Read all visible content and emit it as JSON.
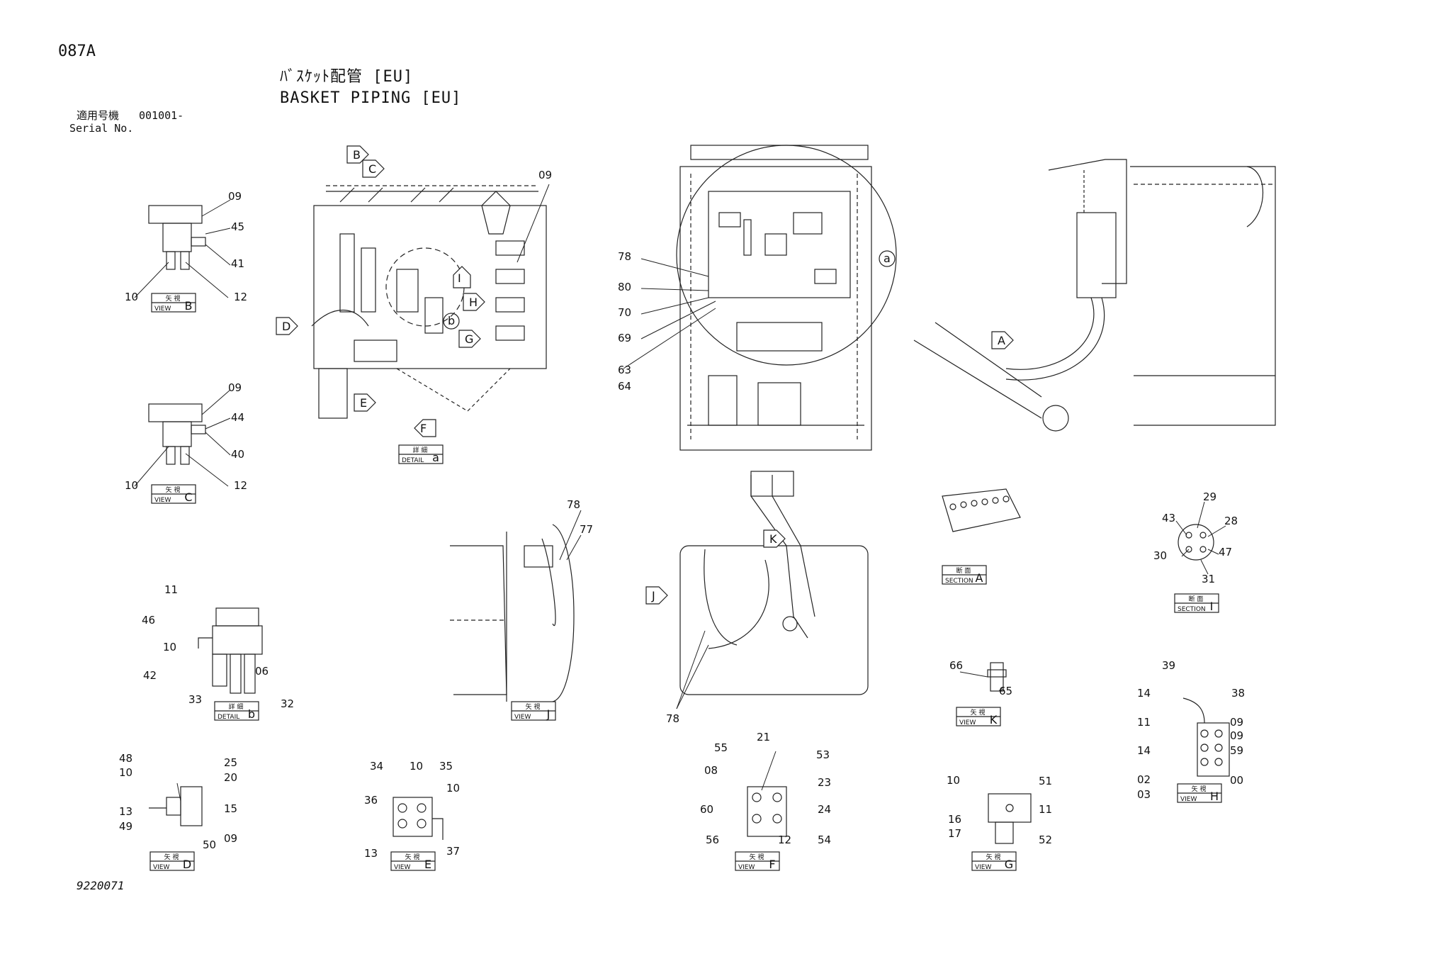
{
  "header": {
    "page_code": "087A",
    "title_jp": "ﾊﾞｽｹｯﾄ配管 [EU]",
    "title_en": "BASKET PIPING [EU]",
    "serial_label_jp": "適用号機",
    "serial_value": "001001-",
    "serial_label_en": "Serial No."
  },
  "drawing_number": "9220071",
  "view_boxes": [
    {
      "id": "view-b",
      "top": "矢 視",
      "bottom": "VIEW",
      "letter": "B"
    },
    {
      "id": "view-c",
      "top": "矢 視",
      "bottom": "VIEW",
      "letter": "C"
    },
    {
      "id": "detail-a",
      "top": "詳 細",
      "bottom": "DETAIL",
      "letter": "a"
    },
    {
      "id": "detail-b",
      "top": "詳 細",
      "bottom": "DETAIL",
      "letter": "b"
    },
    {
      "id": "view-j",
      "top": "矢 視",
      "bottom": "VIEW",
      "letter": "J"
    },
    {
      "id": "section-a",
      "top": "断 面",
      "bottom": "SECTION",
      "letter": "A"
    },
    {
      "id": "section-i",
      "top": "断 面",
      "bottom": "SECTION",
      "letter": "I"
    },
    {
      "id": "view-k",
      "top": "矢 視",
      "bottom": "VIEW",
      "letter": "K"
    },
    {
      "id": "view-h",
      "top": "矢 視",
      "bottom": "VIEW",
      "letter": "H"
    },
    {
      "id": "view-d",
      "top": "矢 視",
      "bottom": "VIEW",
      "letter": "D"
    },
    {
      "id": "view-e",
      "top": "矢 視",
      "bottom": "VIEW",
      "letter": "E"
    },
    {
      "id": "view-f",
      "top": "矢 視",
      "bottom": "VIEW",
      "letter": "F"
    },
    {
      "id": "view-g",
      "top": "矢 視",
      "bottom": "VIEW",
      "letter": "G"
    }
  ],
  "view_arrows": [
    "B",
    "C",
    "D",
    "E",
    "F",
    "G",
    "H",
    "I",
    "J",
    "K",
    "A"
  ],
  "detail_circles": [
    "a",
    "b"
  ],
  "part_numbers": [
    "09",
    "45",
    "41",
    "10",
    "12",
    "09",
    "44",
    "40",
    "10",
    "12",
    "09",
    "78",
    "80",
    "70",
    "69",
    "63",
    "64",
    "78",
    "77",
    "78",
    "11",
    "46",
    "10",
    "42",
    "33",
    "06",
    "32",
    "29",
    "43",
    "28",
    "30",
    "47",
    "31",
    "66",
    "65",
    "39",
    "14",
    "38",
    "11",
    "09",
    "09",
    "14",
    "59",
    "02",
    "03",
    "00",
    "48",
    "10",
    "25",
    "20",
    "15",
    "13",
    "49",
    "50",
    "09",
    "34",
    "10",
    "35",
    "10",
    "36",
    "13",
    "37",
    "55",
    "21",
    "53",
    "08",
    "23",
    "60",
    "24",
    "56",
    "12",
    "54",
    "10",
    "51",
    "11",
    "16",
    "17",
    "52"
  ]
}
